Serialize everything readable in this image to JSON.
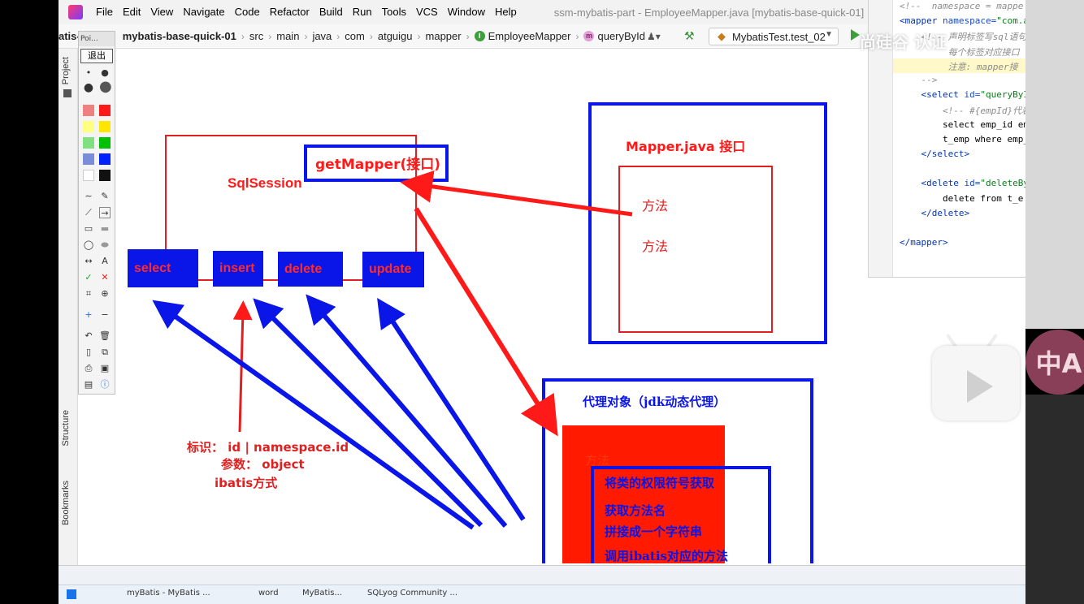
{
  "menubar": {
    "items": [
      "File",
      "Edit",
      "View",
      "Navigate",
      "Code",
      "Refactor",
      "Build",
      "Run",
      "Tools",
      "VCS",
      "Window",
      "Help"
    ],
    "window_title": "ssm-mybatis-part - EmployeeMapper.java [mybatis-base-quick-01]"
  },
  "navbar": {
    "project_fragment": "atis-",
    "palette_fragment": "Poi...",
    "module": "mybatis-base-quick-01",
    "crumbs": [
      "src",
      "main",
      "java",
      "com",
      "atguigu",
      "mapper"
    ],
    "interface_badge": "I",
    "interface_name": "EmployeeMapper",
    "method_badge": "m",
    "method_name": "queryById",
    "run_config": "MybatisTest.test_02"
  },
  "side_tabs": {
    "project": "Project",
    "structure": "Structure",
    "bookmarks": "Bookmarks"
  },
  "palette": {
    "exit_label": "退出",
    "colors": [
      "#f08080",
      "#ff1a1a",
      "#ffff80",
      "#ffe600",
      "#80e080",
      "#00c000",
      "#7b8cd8",
      "#0022ff",
      "#ffffff",
      "#111111"
    ]
  },
  "code_panel": {
    "lines": [
      {
        "parts": [
          {
            "t": "<!--  namespace = ",
            "c": "comment"
          },
          {
            "t": "mappe",
            "c": "comment"
          }
        ]
      },
      {
        "parts": [
          {
            "t": "<mapper ",
            "c": "tag"
          },
          {
            "t": "namespace=",
            "c": "attr"
          },
          {
            "t": "\"com.a",
            "c": "str"
          }
        ]
      },
      {
        "parts": [
          {
            "t": "    <!-- 声明标签写sql语句",
            "c": "comment"
          }
        ]
      },
      {
        "parts": [
          {
            "t": "         每个标签对应接口",
            "c": "comment"
          }
        ]
      },
      {
        "parts": [
          {
            "t": "         注意: mapper接",
            "c": "comment"
          }
        ]
      },
      {
        "parts": [
          {
            "t": "    -->",
            "c": "comment"
          }
        ]
      },
      {
        "parts": [
          {
            "t": "    <select ",
            "c": "tag"
          },
          {
            "t": "id=",
            "c": "attr"
          },
          {
            "t": "\"queryByI",
            "c": "str"
          }
        ]
      },
      {
        "parts": [
          {
            "t": "        <!-- #{empId}代表",
            "c": "comment"
          }
        ]
      },
      {
        "parts": [
          {
            "t": "        select emp_id em",
            "c": "text"
          }
        ]
      },
      {
        "parts": [
          {
            "t": "        t_emp where emp_",
            "c": "text"
          }
        ]
      },
      {
        "parts": [
          {
            "t": "    </select>",
            "c": "tag"
          }
        ]
      },
      {
        "parts": [
          {
            "t": "",
            "c": "text"
          }
        ]
      },
      {
        "parts": [
          {
            "t": "    <delete ",
            "c": "tag"
          },
          {
            "t": "id=",
            "c": "attr"
          },
          {
            "t": "\"deleteBy",
            "c": "str"
          }
        ]
      },
      {
        "parts": [
          {
            "t": "        delete from t_e",
            "c": "text"
          }
        ]
      },
      {
        "parts": [
          {
            "t": "    </delete>",
            "c": "tag"
          }
        ]
      },
      {
        "parts": [
          {
            "t": "",
            "c": "text"
          }
        ]
      },
      {
        "parts": [
          {
            "t": "</mapper>",
            "c": "tag"
          }
        ]
      }
    ]
  },
  "diagram": {
    "getmapper": "getMapper(接口)",
    "sqlsession": "SqlSession",
    "buttons": [
      "select",
      "insert",
      "delete",
      "update"
    ],
    "mapper_interface": "Mapper.java 接口",
    "method_1": "方法",
    "method_2": "方法",
    "proxy_title": "代理对象（jdk动态代理）",
    "proxy_method": "方法",
    "steps": [
      "将类的权限符号获取",
      "获取方法名",
      "拼接成一个字符串",
      "调用ibatis对应的方法"
    ],
    "identifier": "标识： id  | namespace.id",
    "params": "参数： object",
    "ibatis": "ibatis方式"
  },
  "overlay": {
    "watermark": "尚硅谷 认证",
    "translate_label": "中A"
  },
  "taskbar": {
    "items": [
      "myBatis - MyBatis ...",
      "word",
      "MyBatis...",
      "SQLyog Community ..."
    ]
  }
}
